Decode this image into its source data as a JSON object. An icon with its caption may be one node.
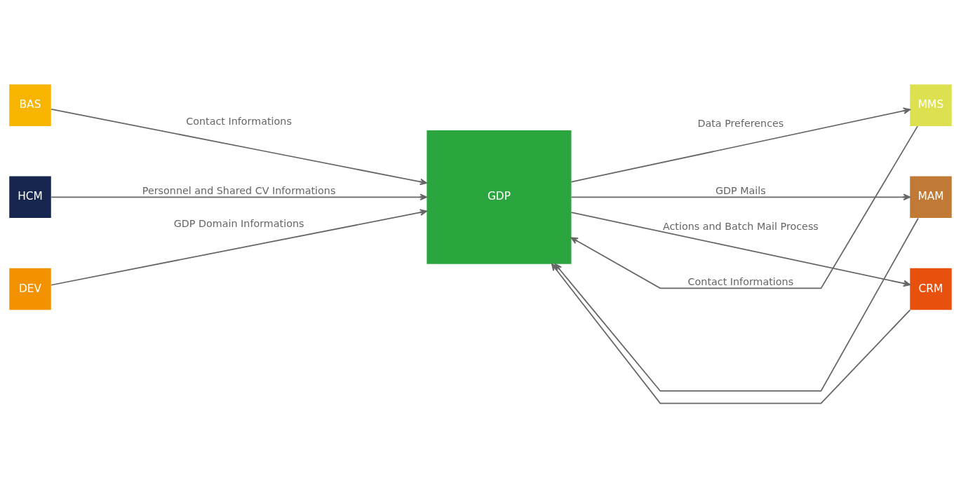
{
  "diagram": {
    "nodes": [
      {
        "text": [
          "BAS"
        ]
      },
      {
        "text": [
          "HCM"
        ]
      },
      {
        "text": [
          "DEV"
        ]
      },
      {
        "text": [
          "GDP"
        ]
      },
      {
        "text": [
          "MMS"
        ]
      },
      {
        "text": [
          "MAM"
        ]
      },
      {
        "text": [
          "CRM"
        ]
      }
    ],
    "edges": [
      {
        "from": 0,
        "to": 3,
        "arrow": "to",
        "label": "Contact Informations"
      },
      {
        "from": 1,
        "to": 3,
        "arrow": "to",
        "label": "Personnel and Shared CV Informations"
      },
      {
        "from": 2,
        "to": 3,
        "arrow": "to",
        "label": "GDP Domain Informations"
      },
      {
        "from": 3,
        "to": 4,
        "arrow": "to",
        "label": "Data Preferences"
      },
      {
        "from": 3,
        "to": 5,
        "arrow": "to",
        "label": "GDP Mails"
      },
      {
        "from": 3,
        "to": 6,
        "arrow": "to",
        "label": "Actions and Batch Mail Process"
      },
      {
        "from": 4,
        "to": 3,
        "arrow": "to",
        "label": "Contact Informations"
      },
      {
        "from": 5,
        "to": 3,
        "arrow": "to"
      },
      {
        "from": 6,
        "to": 3,
        "arrow": "to"
      }
    ]
  }
}
